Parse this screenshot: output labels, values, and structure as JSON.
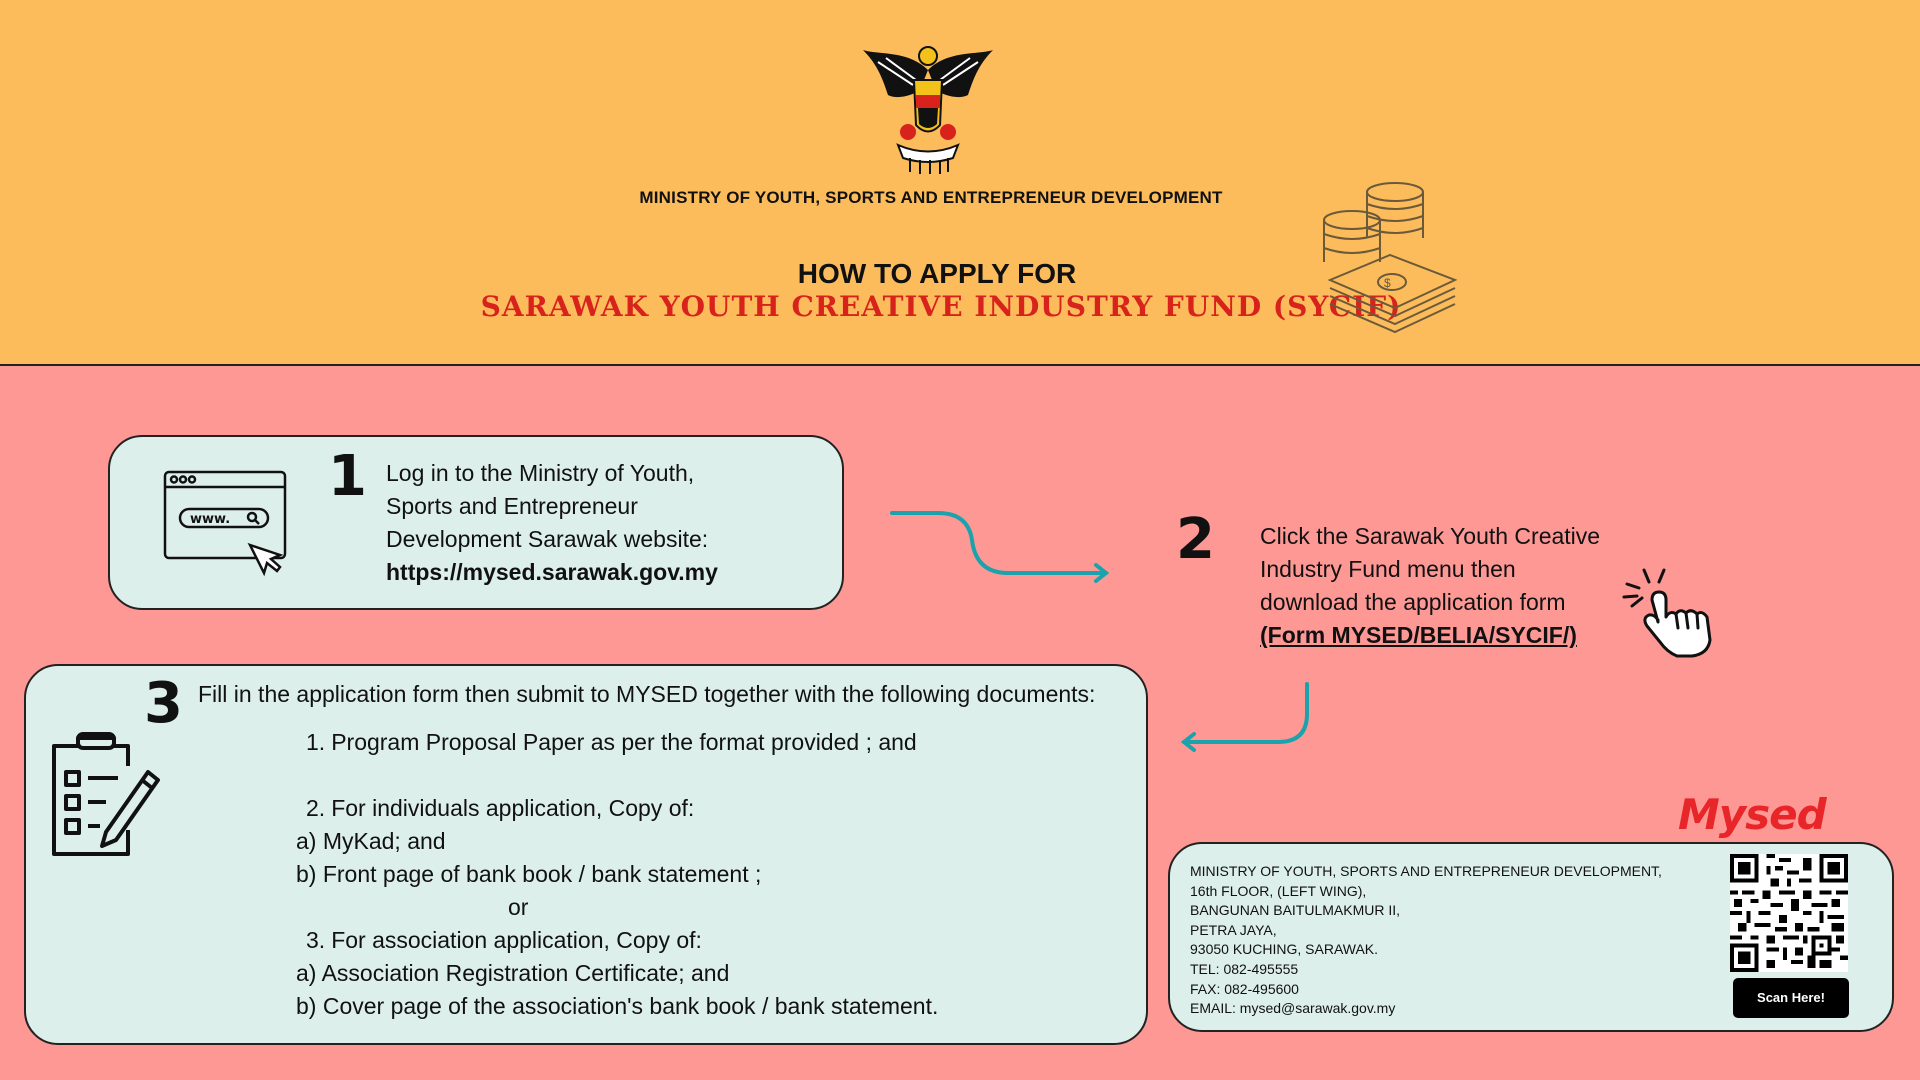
{
  "header": {
    "ministry": "MINISTRY OF YOUTH, SPORTS AND ENTREPRENEUR DEVELOPMENT",
    "how_to": "HOW TO APPLY FOR",
    "fund_title": "SARAWAK YOUTH CREATIVE INDUSTRY FUND (SYCIF)"
  },
  "steps": {
    "s1": {
      "number": "1",
      "line1": "Log in to the Ministry of Youth,",
      "line2": "Sports and Entrepreneur",
      "line3": "Development Sarawak website:",
      "url": "https://mysed.sarawak.gov.my"
    },
    "s2": {
      "number": "2",
      "line1": "Click the Sarawak Youth Creative",
      "line2": "Industry Fund menu then",
      "line3": "download the application form",
      "form_link": "(Form MYSED/BELIA/SYCIF/)"
    },
    "s3": {
      "number": "3",
      "intro": "Fill in the application form then submit to MYSED together with the following documents:",
      "item1_num": "1.",
      "item1": "Program Proposal Paper as per the format provided ; and",
      "item2_num": "2.",
      "item2": "For individuals application, Copy of:",
      "item2a": "a) MyKad; and",
      "item2b": "b) Front page of bank book / bank statement ;",
      "or": "or",
      "item3_num": "3.",
      "item3": "For association application, Copy of:",
      "item3a": "a) Association Registration Certificate; and",
      "item3b": "b) Cover page of the association's bank book / bank statement."
    }
  },
  "contact": {
    "lines": [
      "MINISTRY OF YOUTH, SPORTS AND ENTREPRENEUR DEVELOPMENT,",
      "16th FLOOR, (LEFT WING),",
      "BANGUNAN BAITULMAKMUR II,",
      "PETRA JAYA,",
      "93050 KUCHING, SARAWAK.",
      "TEL: 082-495555",
      "FAX: 082-495600",
      "EMAIL: mysed@sarawak.gov.my"
    ],
    "scan_label": "Scan Here!",
    "logo_text": "Mysed"
  },
  "icons": [
    "coat-of-arms",
    "coins-icon",
    "browser-www-icon",
    "cursor-icon",
    "arrow-icon",
    "tap-hand-icon",
    "clipboard-checklist-icon",
    "qr-code"
  ],
  "colors": {
    "header_bg": "#fcbc5c",
    "body_bg": "#fd9895",
    "card_bg": "#ddefeb",
    "title_red": "#d8221c",
    "arrow_teal": "#1aa3ad"
  }
}
